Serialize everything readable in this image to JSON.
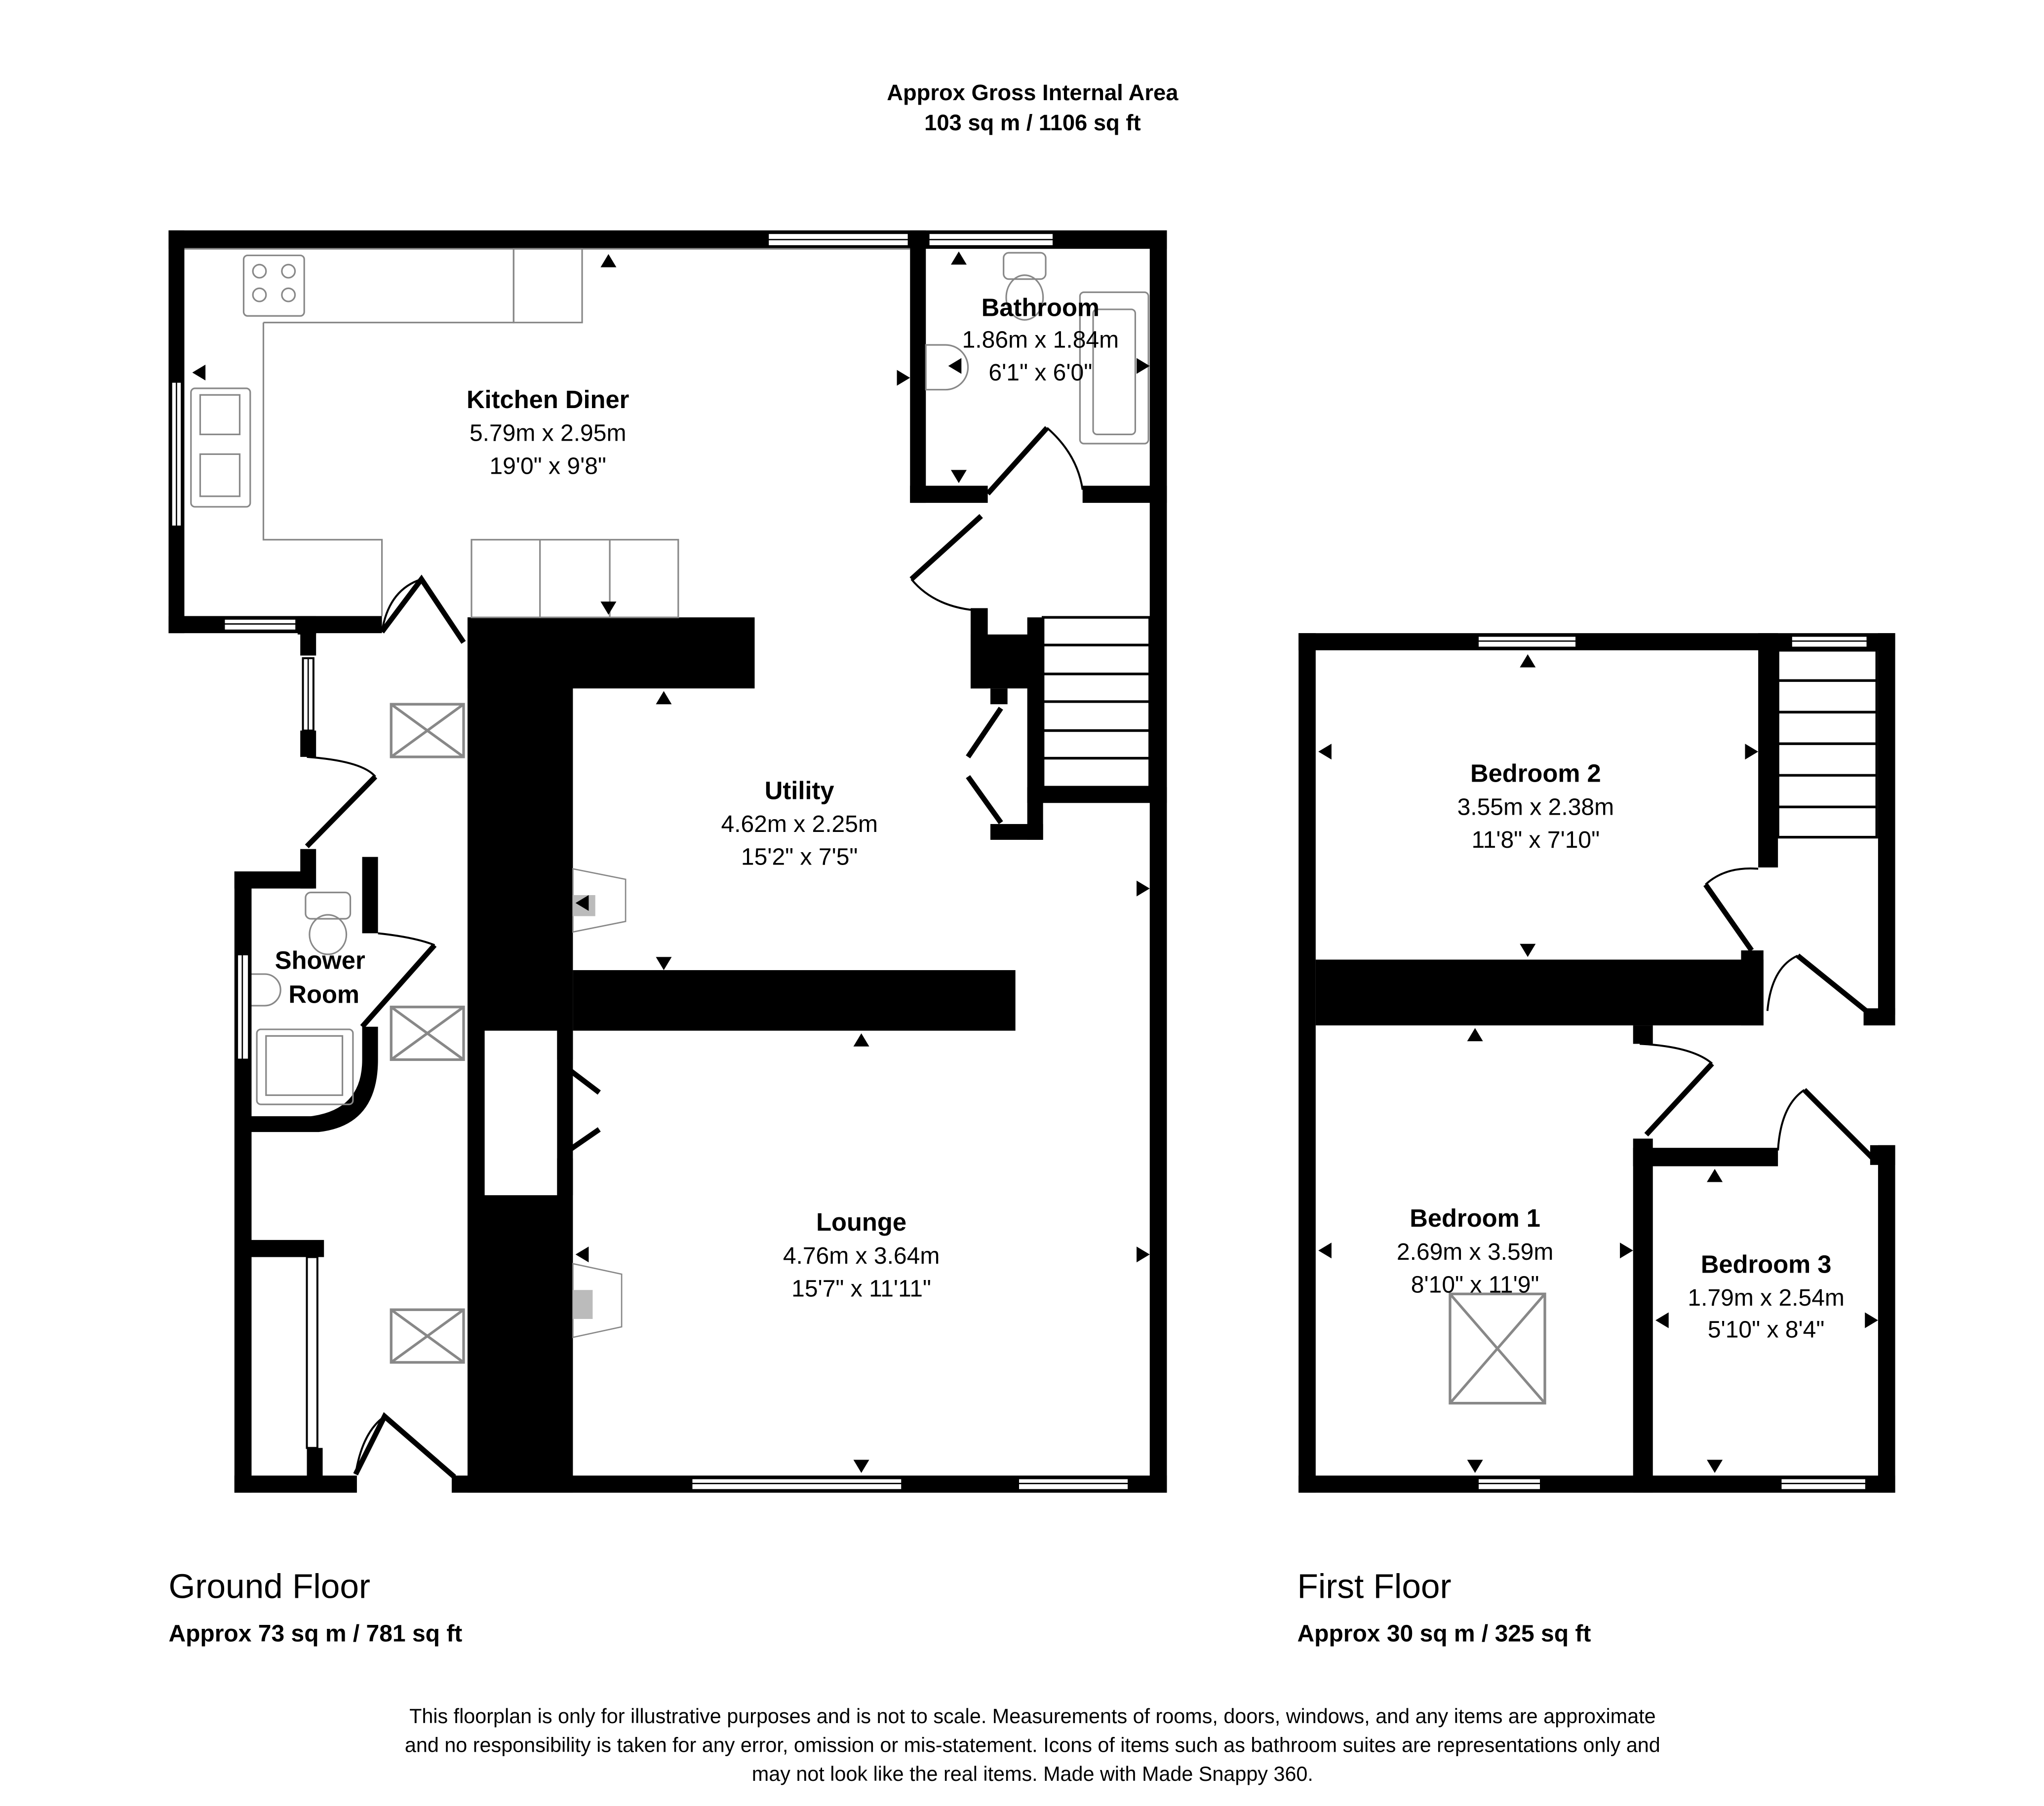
{
  "header": {
    "title": "Approx Gross Internal Area",
    "area": "103 sq m / 1106 sq ft"
  },
  "ground_floor": {
    "label": "Ground Floor",
    "area": "Approx 73 sq m / 781 sq ft",
    "rooms": [
      {
        "name": "Kitchen Diner",
        "metric": "5.79m x 2.95m",
        "imperial": "19'0\" x 9'8\""
      },
      {
        "name": "Bathroom",
        "metric": "1.86m x 1.84m",
        "imperial": "6'1\" x 6'0\""
      },
      {
        "name": "Utility",
        "metric": "4.62m x 2.25m",
        "imperial": "15'2\" x 7'5\""
      },
      {
        "name_line1": "Shower",
        "name_line2": "Room"
      },
      {
        "name": "Lounge",
        "metric": "4.76m x 3.64m",
        "imperial": "15'7\" x 11'11\""
      }
    ]
  },
  "first_floor": {
    "label": "First Floor",
    "area": "Approx 30 sq m / 325 sq ft",
    "rooms": [
      {
        "name": "Bedroom 2",
        "metric": "3.55m x 2.38m",
        "imperial": "11'8\" x 7'10\""
      },
      {
        "name": "Bedroom 1",
        "metric": "2.69m x 3.59m",
        "imperial": "8'10\" x 11'9\""
      },
      {
        "name": "Bedroom 3",
        "metric": "1.79m x 2.54m",
        "imperial": "5'10\" x 8'4\""
      }
    ]
  },
  "disclaimer": [
    "This floorplan is only for illustrative purposes and is not to scale. Measurements of rooms, doors, windows, and any items are approximate",
    "and no responsibility is taken for any error, omission or mis-statement. Icons of items such as bathroom suites are representations only and",
    "may not look like the real items. Made with Made Snappy 360."
  ]
}
